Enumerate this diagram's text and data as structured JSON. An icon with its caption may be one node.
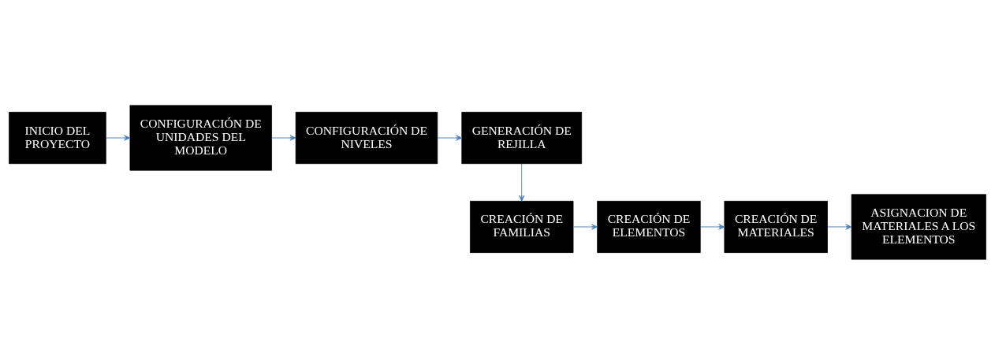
{
  "diagram": {
    "nodes": [
      {
        "text": [
          "INICIO DEL PROYECTO"
        ]
      },
      {
        "text": [
          "CONFIGURACIÓN DE UNIDADES DEL MODELO"
        ]
      },
      {
        "text": [
          "CONFIGURACIÓN DE NIVELES"
        ]
      },
      {
        "text": [
          "GENERACIÓN DE REJILLA"
        ]
      },
      {
        "text": [
          "CREACIÓN DE FAMILIAS"
        ]
      },
      {
        "text": [
          "CREACIÓN DE ELEMENTOS"
        ]
      },
      {
        "text": [
          "CREACIÓN DE MATERIALES"
        ]
      },
      {
        "text": [
          "ASIGNACION DE MATERIALES A LOS ELEMENTOS"
        ]
      }
    ],
    "edges": [
      {
        "from": 0,
        "to": 1,
        "arrow": "to"
      },
      {
        "from": 1,
        "to": 2,
        "arrow": "to"
      },
      {
        "from": 2,
        "to": 3,
        "arrow": "to"
      },
      {
        "from": 3,
        "to": 4,
        "arrow": "to"
      },
      {
        "from": 4,
        "to": 5,
        "arrow": "to"
      },
      {
        "from": 5,
        "to": 6,
        "arrow": "to"
      },
      {
        "from": 6,
        "to": 7,
        "arrow": "to"
      }
    ]
  }
}
